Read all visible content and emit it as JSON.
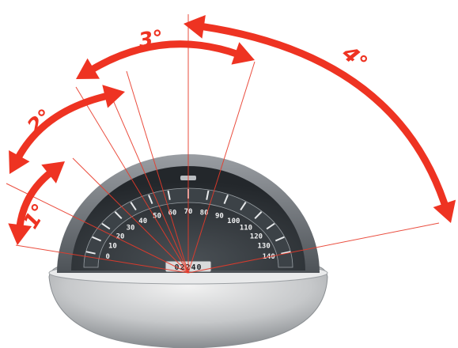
{
  "colors": {
    "arrow": "#ee3322",
    "ray": "#e83a2a",
    "bezel": "#6f7379",
    "face": "#2d3236",
    "housing": "#c9cbcd",
    "housing_shadow": "#8f9397"
  },
  "gears": [
    {
      "label": "1°"
    },
    {
      "label": "2°"
    },
    {
      "label": "3°"
    },
    {
      "label": "4°"
    }
  ],
  "speedometer": {
    "odometer": "02240",
    "scale": [
      "0",
      "10",
      "20",
      "30",
      "40",
      "50",
      "60",
      "70",
      "80",
      "90",
      "100",
      "110",
      "120",
      "130",
      "140"
    ]
  }
}
